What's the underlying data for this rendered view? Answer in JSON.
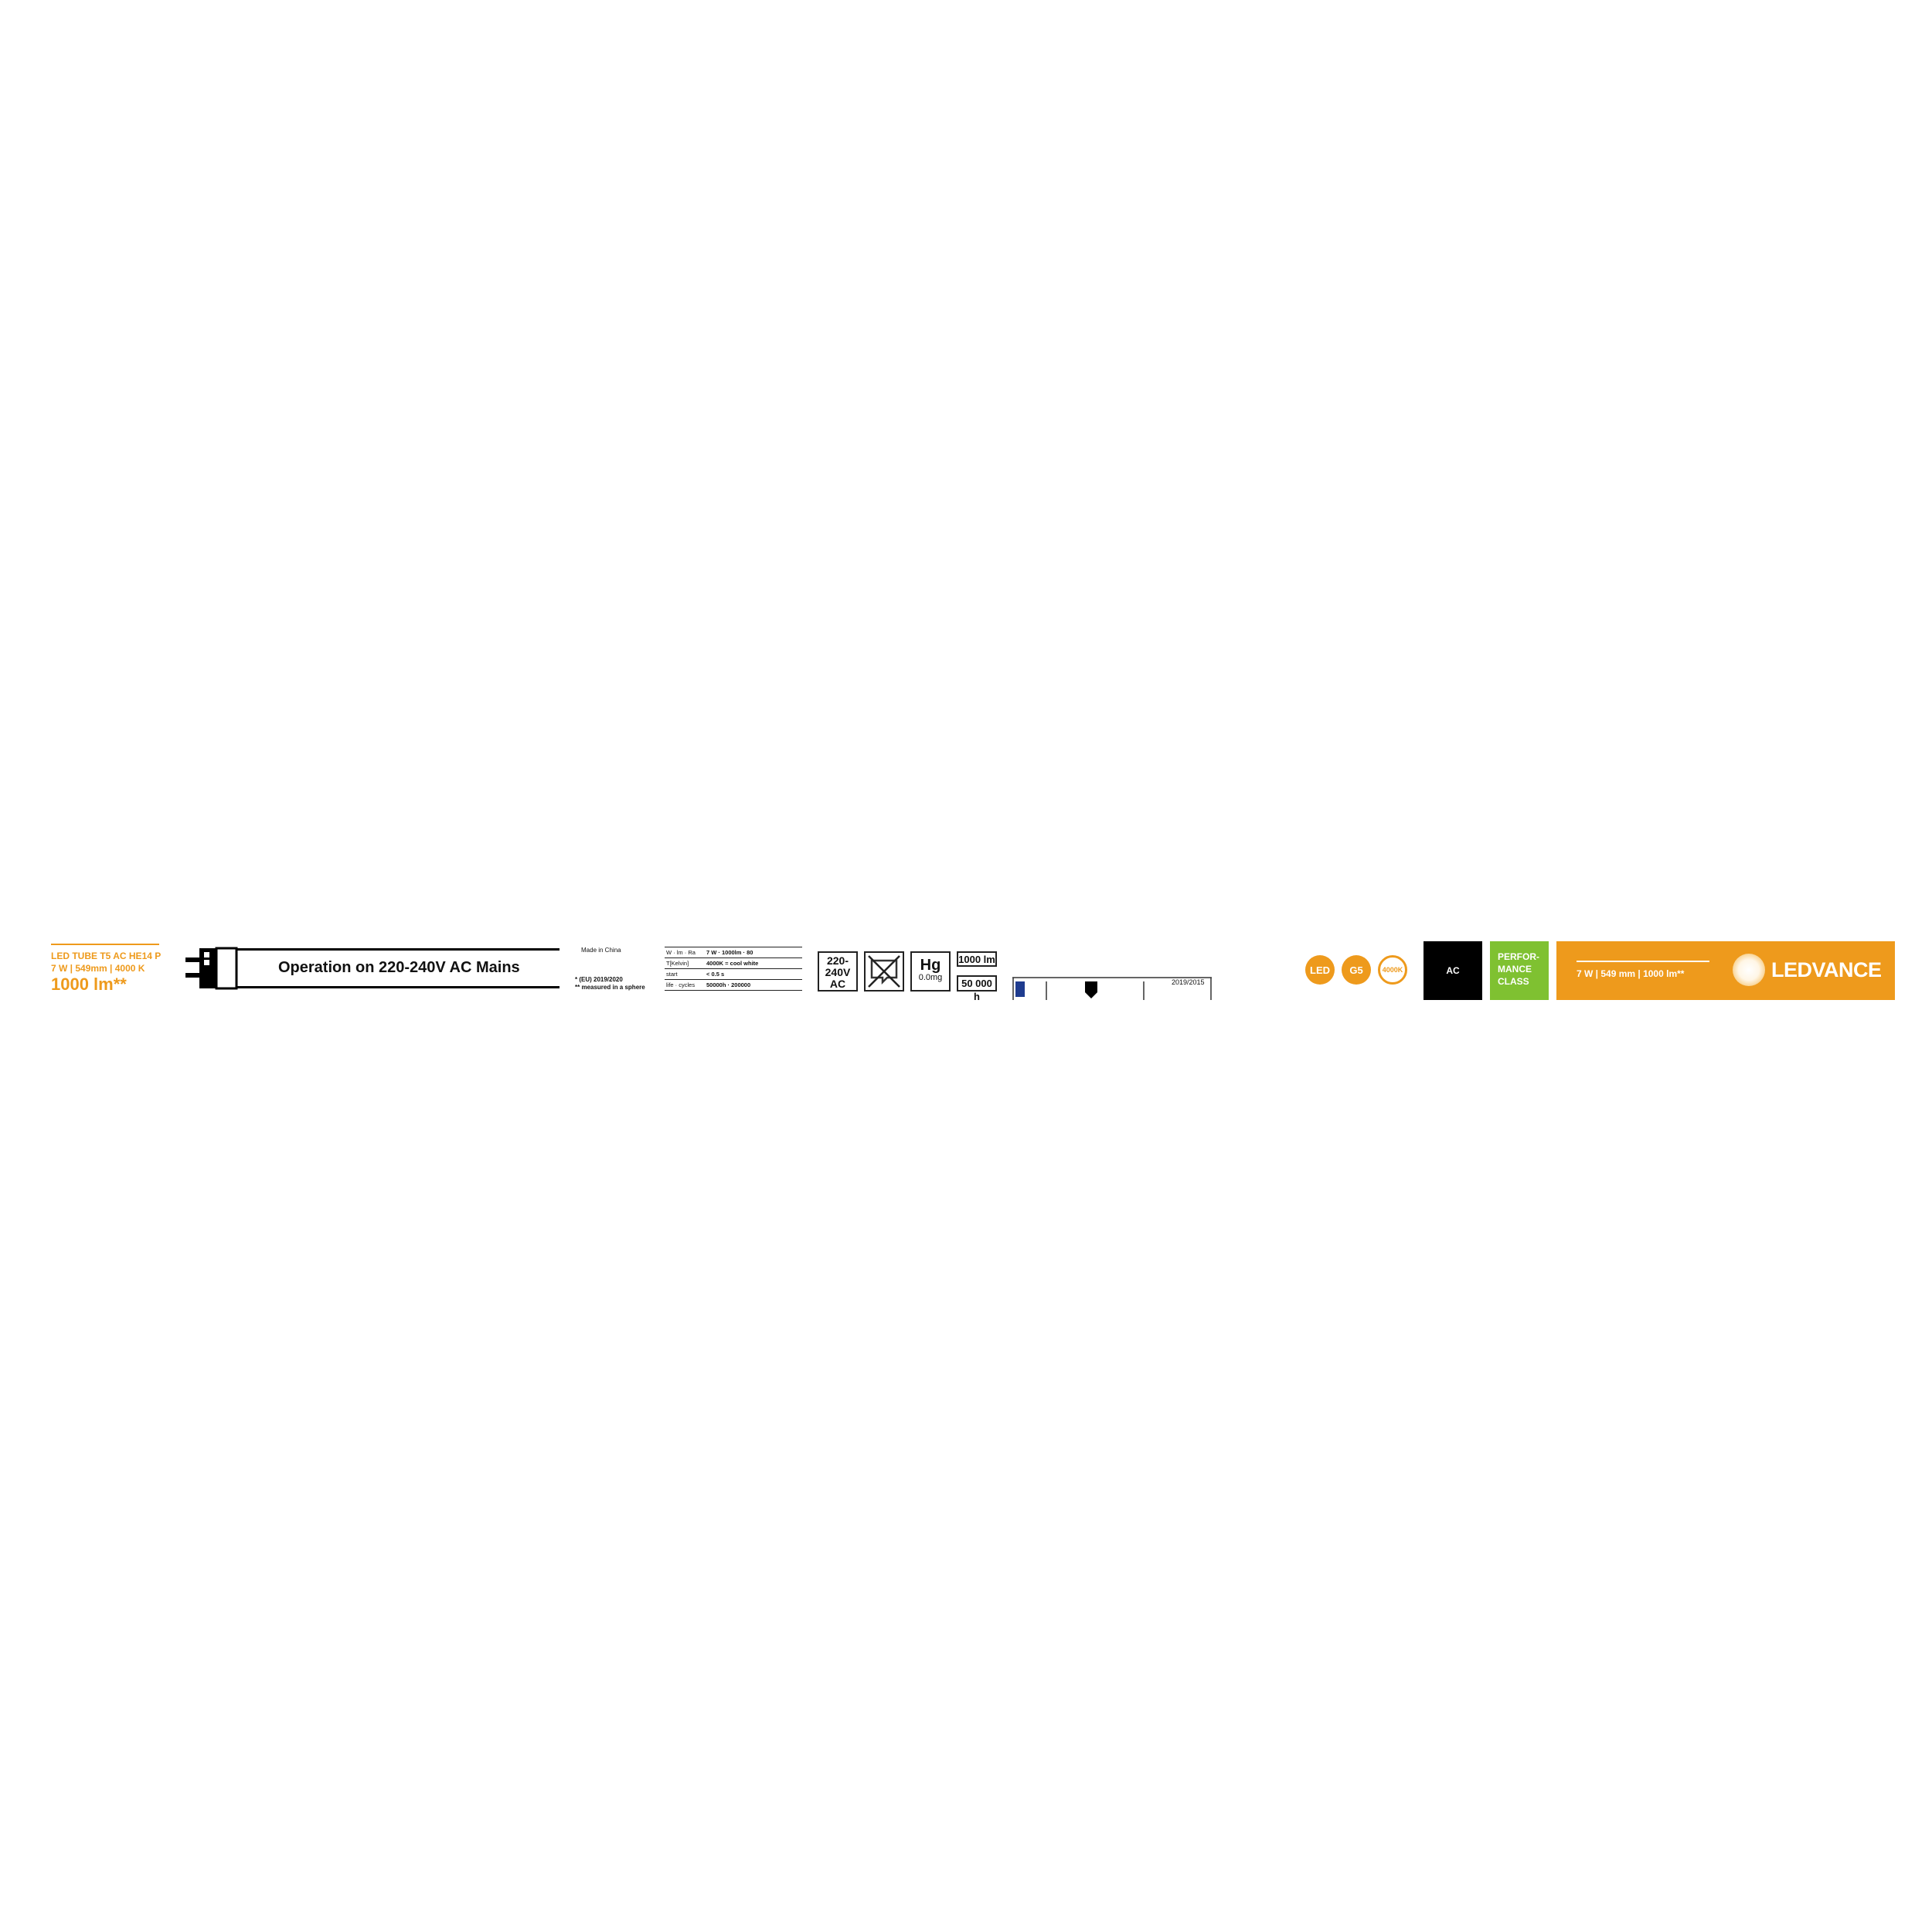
{
  "product": {
    "name": "LED TUBE T5 AC HE14 P",
    "specs": "7 W | 549mm | 4000 K",
    "lumen": "1000 lm**"
  },
  "operation": "Operation on 220-240V AC Mains",
  "notes": {
    "made_in": "Made in China",
    "regulation": "*    (EU) 2019/2020",
    "sphere": "**  measured in a sphere"
  },
  "spec_table": [
    {
      "key": "W · lm · Ra",
      "value": "7 W · 1000lm · 80"
    },
    {
      "key": "T[Kelvin]",
      "value": "4000K = cool white"
    },
    {
      "key": "start",
      "value": "< 0.5 s"
    },
    {
      "key": "life · cycles",
      "value": "50000h · 200000"
    }
  ],
  "icons": {
    "voltage": [
      "220-",
      "240V",
      "AC"
    ],
    "hg_symbol": "Hg",
    "hg_value": "0.0mg",
    "lumen_box": "1000 lm",
    "life_box": "50 000 h"
  },
  "energy_label": {
    "year": "2019/2015"
  },
  "badges": {
    "led": "LED",
    "base": "G5",
    "cct": "4000K"
  },
  "panels": {
    "ac": "AC",
    "performance": [
      "PERFOR-",
      "MANCE",
      "CLASS"
    ],
    "brand_specs": "7 W | 549 mm | 1000 lm**",
    "brand": "LEDVANCE"
  },
  "colors": {
    "accent_orange": "#ee9a1c",
    "performance_green": "#7fc131",
    "ac_black": "#000000"
  }
}
